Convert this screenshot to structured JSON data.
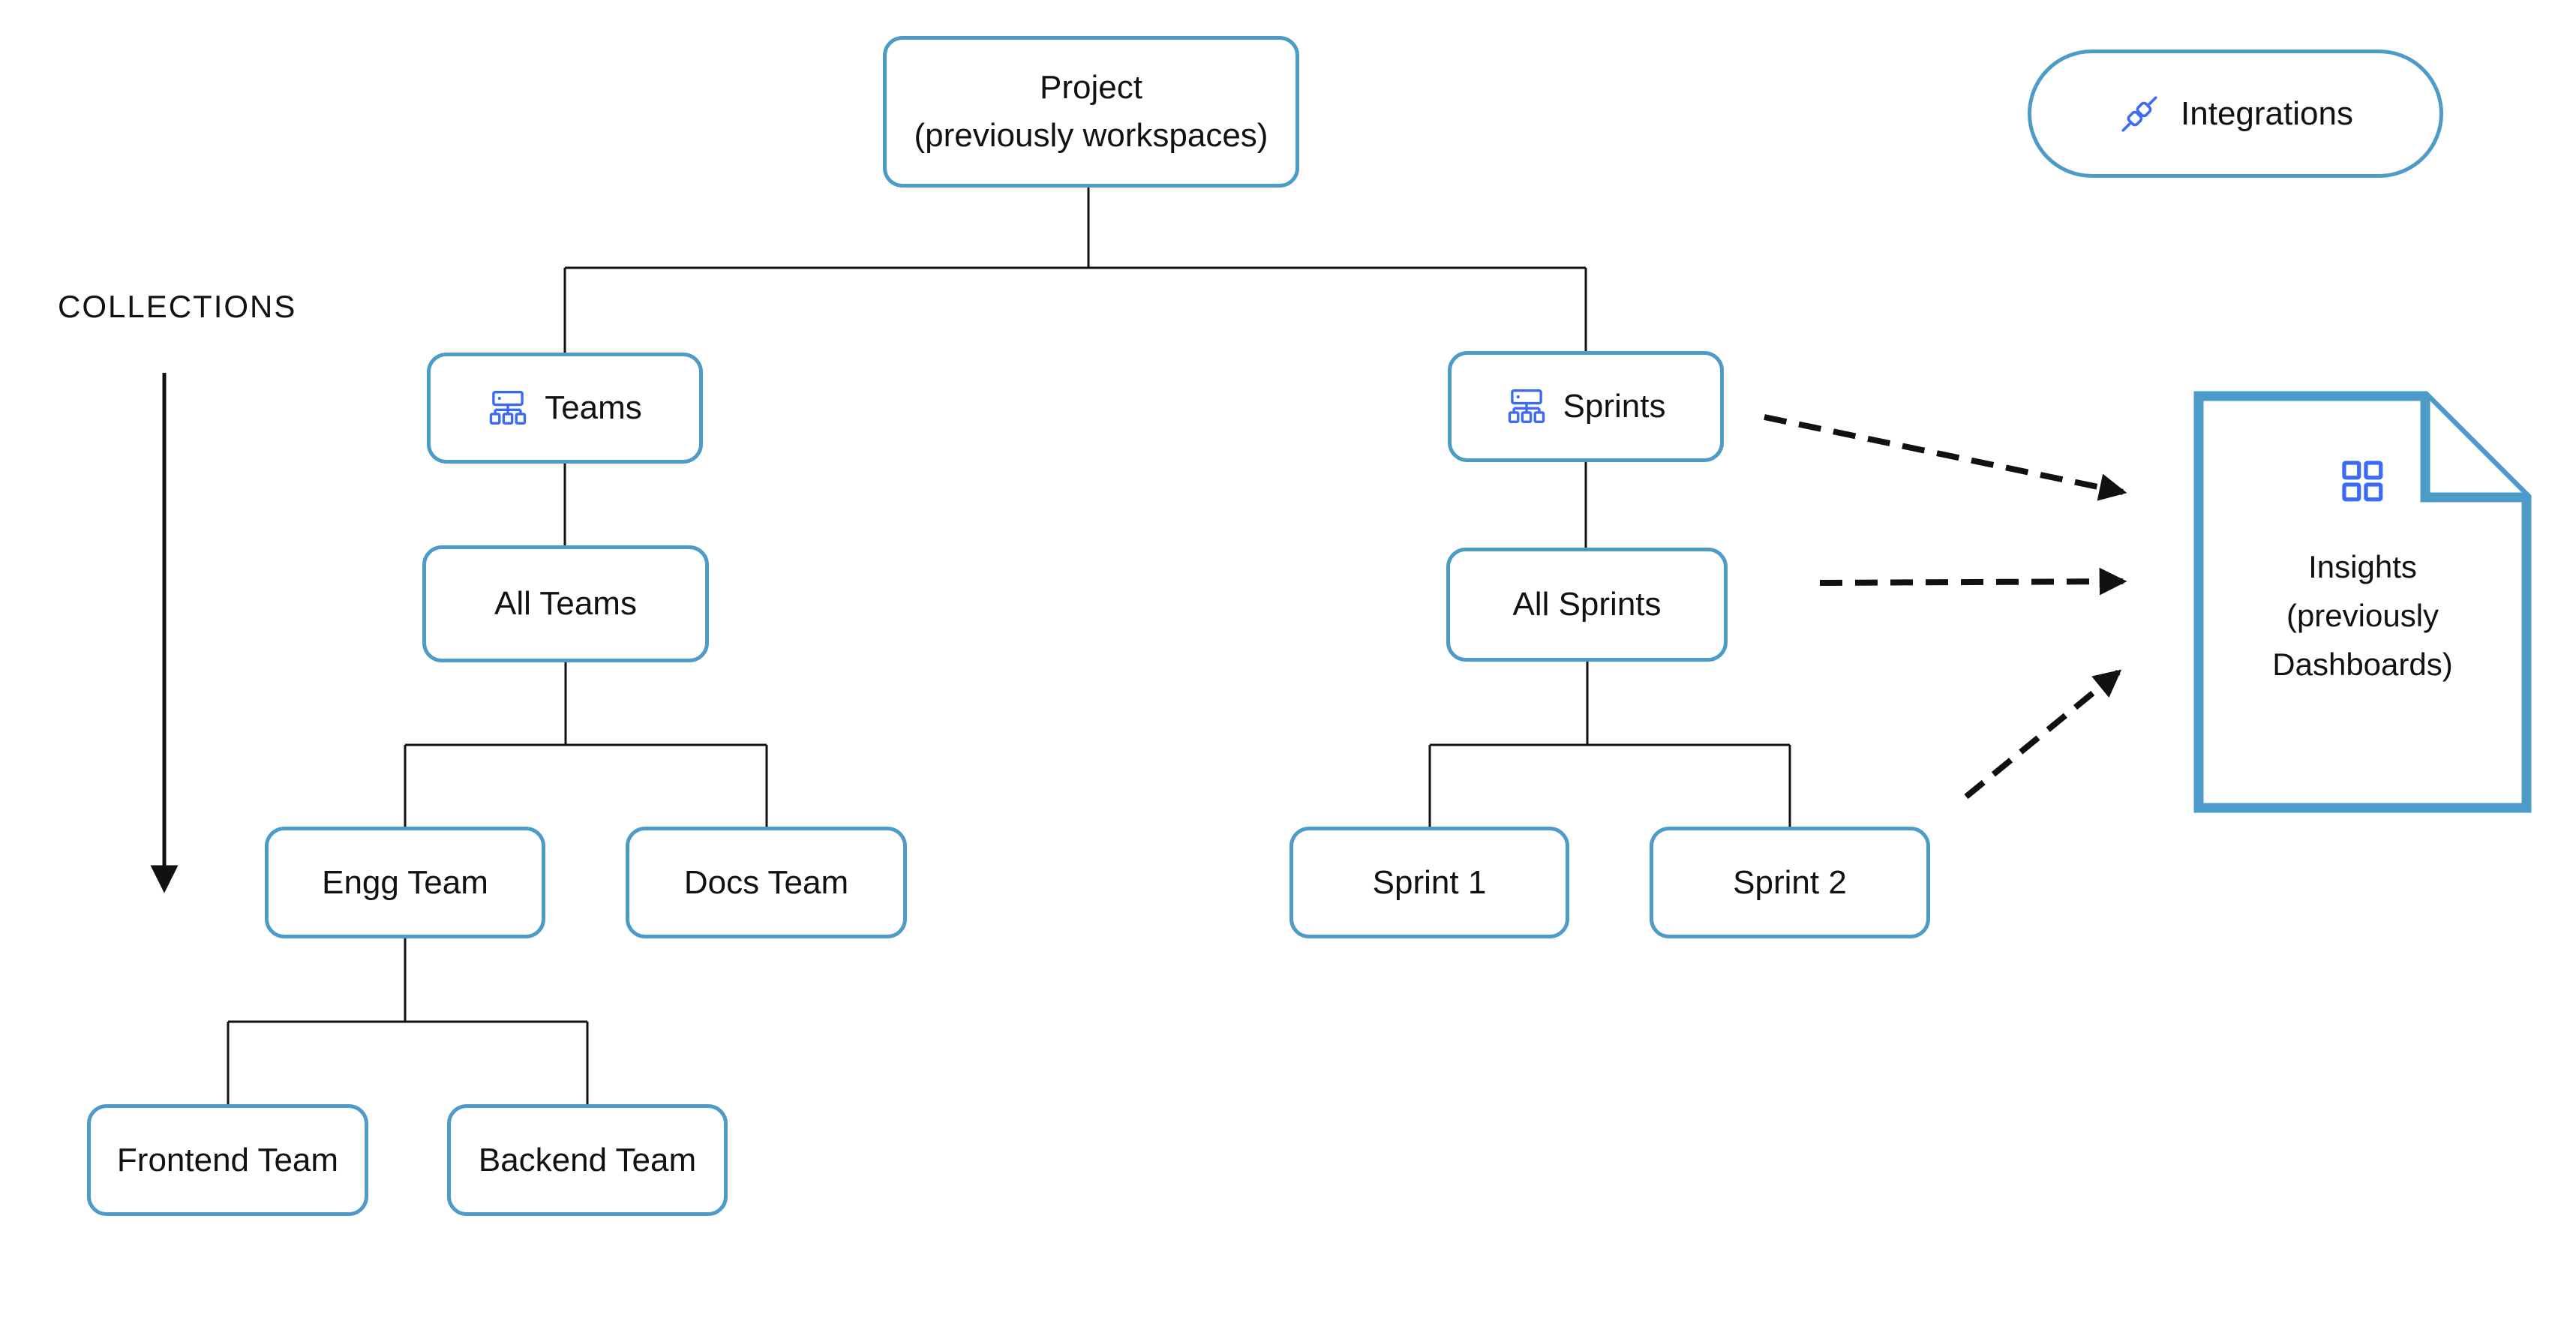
{
  "diagram": {
    "collections_label": "COLLECTIONS",
    "nodes": {
      "project": {
        "line1": "Project",
        "line2": "(previously workspaces)"
      },
      "teams": {
        "label": "Teams",
        "icon": "org-chart-icon"
      },
      "sprints": {
        "label": "Sprints",
        "icon": "org-chart-icon"
      },
      "all_teams": {
        "label": "All Teams"
      },
      "all_sprints": {
        "label": "All Sprints"
      },
      "engg_team": {
        "label": "Engg Team"
      },
      "docs_team": {
        "label": "Docs Team"
      },
      "sprint_1": {
        "label": "Sprint 1"
      },
      "sprint_2": {
        "label": "Sprint 2"
      },
      "frontend_team": {
        "label": "Frontend Team"
      },
      "backend_team": {
        "label": "Backend Team"
      }
    },
    "integrations": {
      "label": "Integrations",
      "icon": "plug-icon"
    },
    "insights": {
      "line1": "Insights",
      "line2": "(previously",
      "line3": "Dashboards)",
      "icon": "grid-icon"
    },
    "colors": {
      "box_border": "#4d9bc9",
      "icon_blue": "#3b6af5",
      "line_black": "#111111",
      "text": "#111111",
      "background": "#ffffff"
    }
  }
}
